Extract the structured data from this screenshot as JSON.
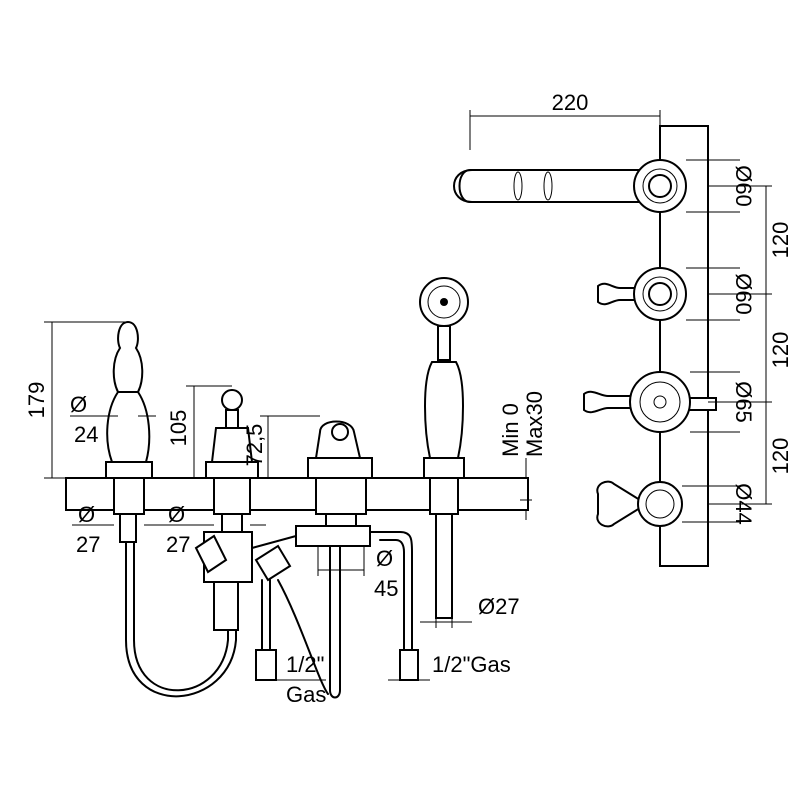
{
  "side_view": {
    "height_dims": {
      "total": "179",
      "valve": "105",
      "spout": "72,5",
      "deck_min": "Min 0",
      "deck_max": "Max30"
    },
    "diameter_dims": {
      "handle_symbol": "Ø",
      "handle": "24",
      "hole1_symbol": "Ø",
      "hole1": "27",
      "hole2_symbol": "Ø",
      "hole2": "27",
      "hole3_symbol": "Ø",
      "hole3": "45",
      "hole4": "Ø27"
    },
    "connections": {
      "inlet1": "1/2\"",
      "inlet1_unit": "Gas",
      "inlet2": "1/2\"Gas"
    }
  },
  "top_view": {
    "spout_length": "220",
    "spacing1": "120",
    "spacing2": "120",
    "spacing3": "120",
    "rosettes": [
      "Ø60",
      "Ø60",
      "Ø65",
      "Ø44"
    ]
  }
}
